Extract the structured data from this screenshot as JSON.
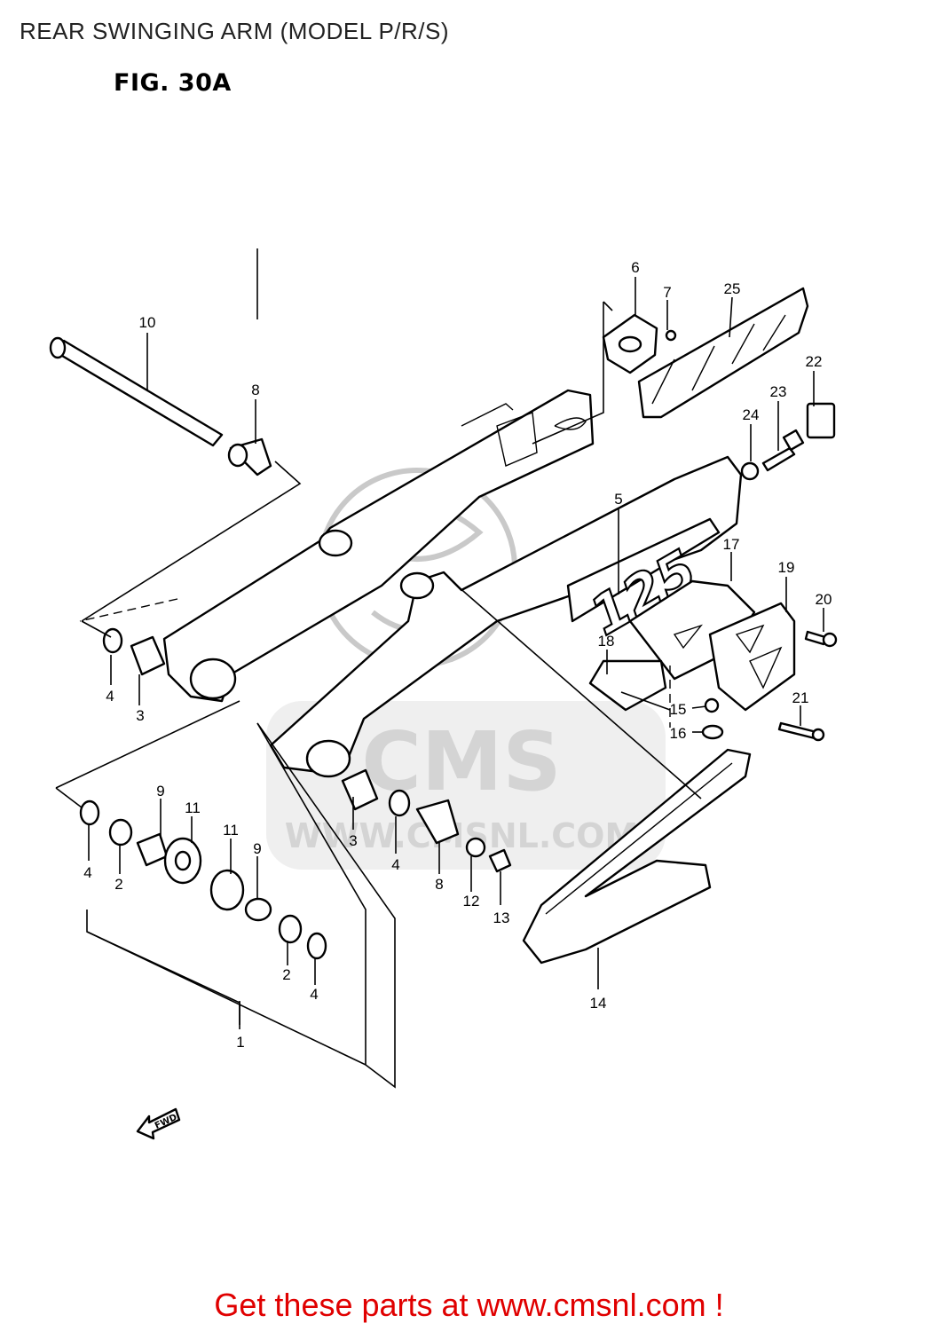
{
  "header": {
    "title": "REAR SWINGING ARM (MODEL P/R/S)",
    "figure": "FIG. 30A"
  },
  "watermark": {
    "brand": "CMS",
    "url": "WWW.CMSNL.COM"
  },
  "decal_text": "125",
  "direction_marker": "FWD",
  "callouts": [
    {
      "number": "1"
    },
    {
      "number": "2"
    },
    {
      "number": "2"
    },
    {
      "number": "3"
    },
    {
      "number": "3"
    },
    {
      "number": "4"
    },
    {
      "number": "4"
    },
    {
      "number": "4"
    },
    {
      "number": "4"
    },
    {
      "number": "5"
    },
    {
      "number": "6"
    },
    {
      "number": "7"
    },
    {
      "number": "8"
    },
    {
      "number": "8"
    },
    {
      "number": "9"
    },
    {
      "number": "9"
    },
    {
      "number": "10"
    },
    {
      "number": "11"
    },
    {
      "number": "11"
    },
    {
      "number": "12"
    },
    {
      "number": "13"
    },
    {
      "number": "14"
    },
    {
      "number": "15"
    },
    {
      "number": "16"
    },
    {
      "number": "17"
    },
    {
      "number": "18"
    },
    {
      "number": "19"
    },
    {
      "number": "20"
    },
    {
      "number": "21"
    },
    {
      "number": "22"
    },
    {
      "number": "23"
    },
    {
      "number": "24"
    },
    {
      "number": "25"
    }
  ],
  "footer": {
    "text": "Get these parts at www.cmsnl.com !",
    "color": "#e00000"
  }
}
